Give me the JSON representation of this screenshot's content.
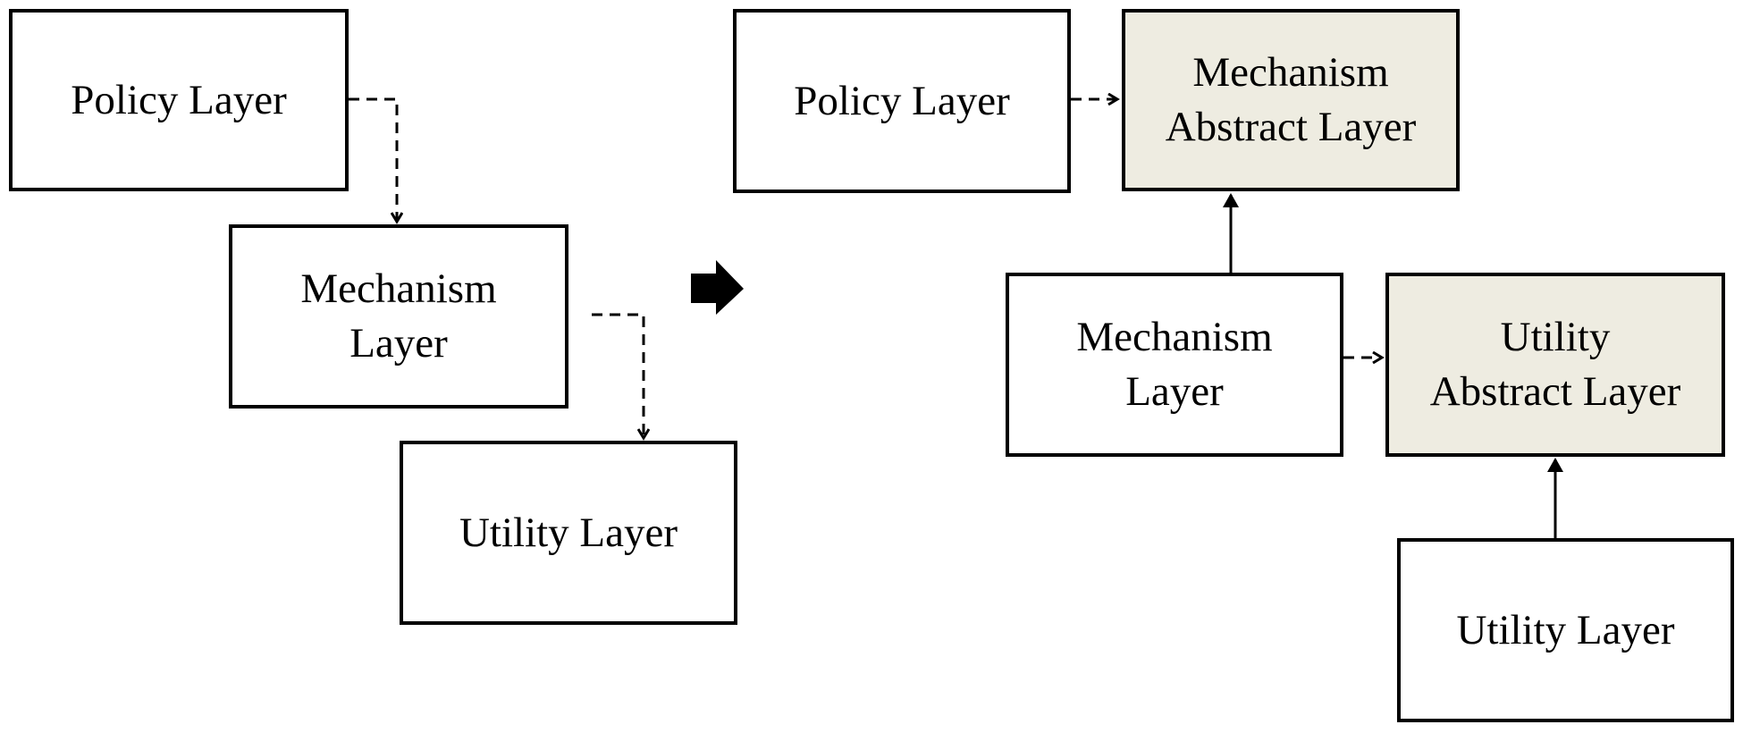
{
  "left": {
    "policy_layer": {
      "line1": "Policy Layer"
    },
    "mechanism_layer": {
      "line1": "Mechanism",
      "line2": "Layer"
    },
    "utility_layer": {
      "line1": "Utility Layer"
    }
  },
  "right": {
    "policy_layer": {
      "line1": "Policy Layer"
    },
    "mechanism_abstract_layer": {
      "line1": "Mechanism",
      "line2": "Abstract Layer"
    },
    "mechanism_layer": {
      "line1": "Mechanism",
      "line2": "Layer"
    },
    "utility_abstract_layer": {
      "line1": "Utility",
      "line2": "Abstract Layer"
    },
    "utility_layer": {
      "line1": "Utility Layer"
    }
  },
  "colors": {
    "abstract_fill": "#eeece1",
    "box_fill": "#ffffff",
    "stroke": "#000000"
  },
  "icons": {
    "transition": "block-arrow-right-icon"
  }
}
